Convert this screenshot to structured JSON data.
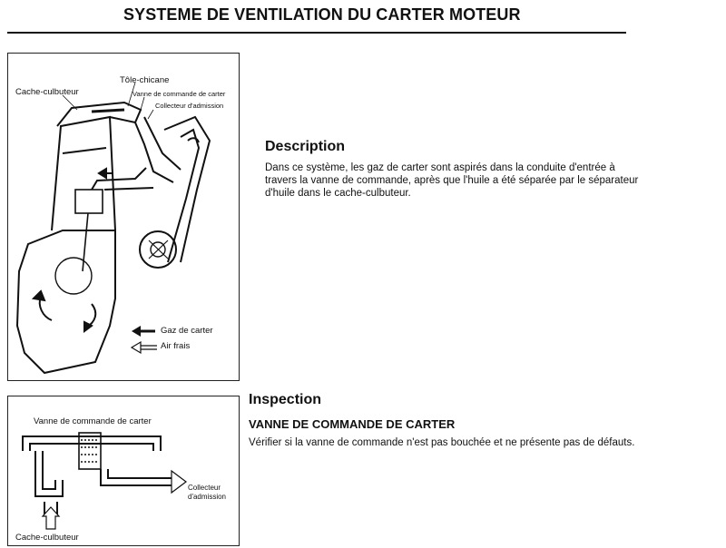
{
  "page": {
    "title": "SYSTEME DE VENTILATION DU CARTER MOTEUR"
  },
  "figure1": {
    "labels": {
      "tole_chicane": "Tôle-chicane",
      "cache_culbuteur": "Cache-culbuteur",
      "vanne_commande": "Vanne de commande de carter",
      "collecteur": "Collecteur d'admission"
    },
    "legend": {
      "gaz": "Gaz de carter",
      "air": "Air frais"
    }
  },
  "figure2": {
    "labels": {
      "vanne": "Vanne de commande de carter",
      "collecteur_line1": "Collecteur",
      "collecteur_line2": "d'admission",
      "cache_culbuteur": "Cache-culbuteur"
    }
  },
  "description": {
    "heading": "Description",
    "body": "Dans ce système, les gaz de carter sont aspirés dans la conduite d'entrée à travers la vanne de commande, après que l'huile a été séparée par le séparateur d'huile dans le cache-culbuteur."
  },
  "inspection": {
    "heading": "Inspection",
    "subheading": "VANNE DE COMMANDE DE CARTER",
    "body": "Vérifier si la vanne de commande n'est pas bouchée et ne présente pas de défauts."
  }
}
